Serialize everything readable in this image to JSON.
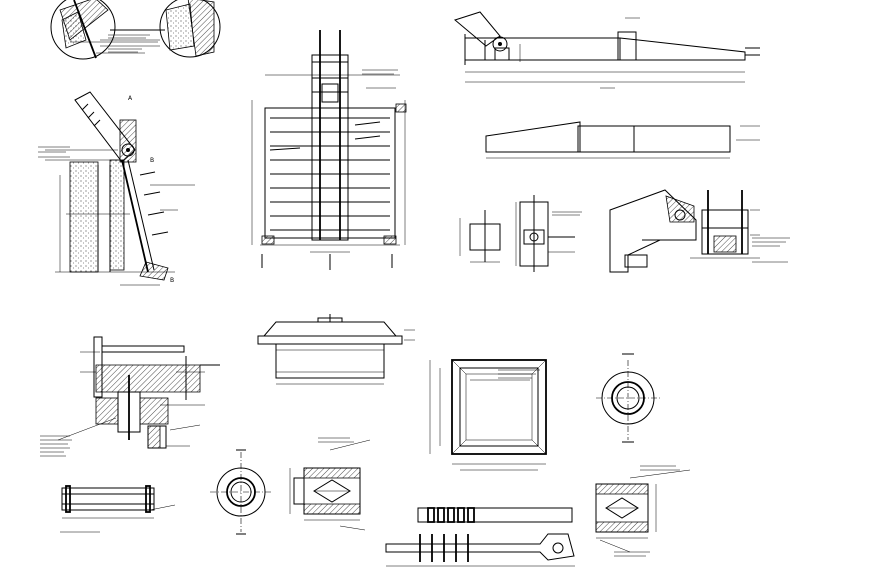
{
  "sheet": {
    "background": "#ffffff",
    "line_color": "#000000"
  },
  "details": [
    {
      "id": "bubble-detail-top-left"
    },
    {
      "id": "gate-side-section"
    },
    {
      "id": "gate-front-elevation"
    },
    {
      "id": "beam-long-elevation"
    },
    {
      "id": "tapered-beam-segments"
    },
    {
      "id": "bracket-detail"
    },
    {
      "id": "hinge-side-detail"
    },
    {
      "id": "anchor-bolt-section"
    },
    {
      "id": "cover-plate-section"
    },
    {
      "id": "square-frame-plan"
    },
    {
      "id": "pipe-ring-plan-right"
    },
    {
      "id": "pin-bar-detail"
    },
    {
      "id": "pipe-ring-plan-left"
    },
    {
      "id": "bearing-block-detail-left"
    },
    {
      "id": "tie-bar-detail"
    },
    {
      "id": "bearing-block-detail-right"
    }
  ]
}
